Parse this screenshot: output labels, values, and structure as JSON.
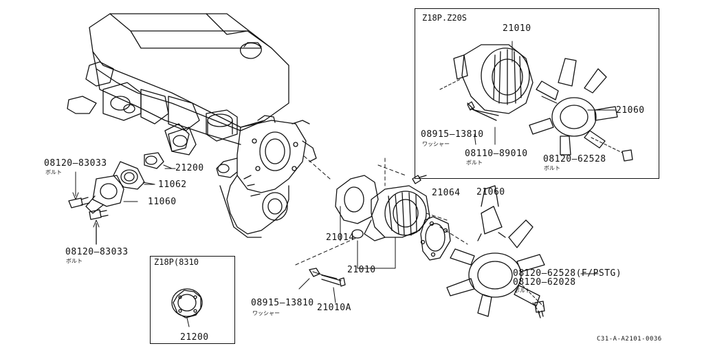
{
  "insets": {
    "fan_variant_title": "Z18P.Z20S",
    "thermostat_variant_title": "Z18P(8310"
  },
  "labels": {
    "l_08120_83033_top": "08120–83033",
    "l_bolt_top": "ボルト",
    "l_21200": "21200",
    "l_11062": "11062",
    "l_11060": "11060",
    "l_08120_83033_bot": "08120–83033",
    "l_bolt_bot": "ボルト",
    "l_21014": "21014",
    "l_21010_main": "21010",
    "l_21064": "21064",
    "l_21060_main": "21060",
    "l_08120_62528_fpstg": "08120–62528(F/PSTG)",
    "l_08120_62028": "08120–62028",
    "l_bolt_main": "ボルト",
    "l_08915_13810_main": "08915–13810",
    "l_washer_main": "ワッシャー",
    "l_21010A": "21010A",
    "l_21200_inset": "21200",
    "l_21010_inset": "21010",
    "l_21060_inset": "21060",
    "l_08915_13810_inset": "08915–13810",
    "l_washer_inset": "ワッシャー",
    "l_08110_89010": "08110–89010",
    "l_bolt_inset1": "ボルト",
    "l_08120_62528_inset": "08120–62528",
    "l_bolt_inset2": "ボルト",
    "diagram_code": "C31-A-A2101-0036"
  }
}
